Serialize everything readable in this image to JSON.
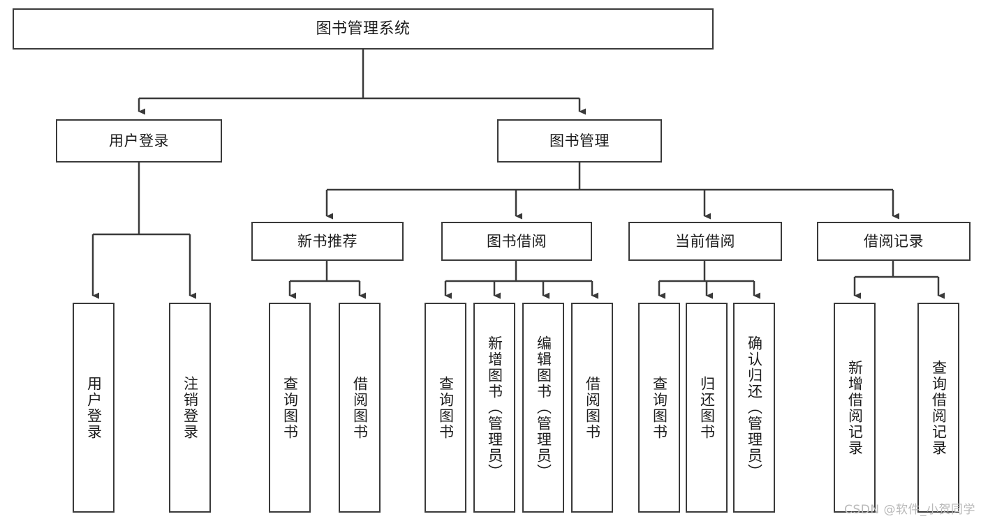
{
  "diagram": {
    "title": "图书管理系统",
    "type": "tree-hierarchy-chart",
    "stroke_color": "#3a3a3a",
    "fill_color": "#ffffff",
    "text_color": "#1c1c1c",
    "levels": [
      {
        "level": 1,
        "nodes": [
          {
            "id": "root",
            "label": "图书管理系统",
            "orientation": "horizontal"
          }
        ]
      },
      {
        "level": 2,
        "nodes": [
          {
            "id": "login",
            "label": "用户登录",
            "orientation": "horizontal",
            "parent": "root"
          },
          {
            "id": "bookmgmt",
            "label": "图书管理",
            "orientation": "horizontal",
            "parent": "root"
          }
        ]
      },
      {
        "level": 3,
        "nodes": [
          {
            "id": "newbook",
            "label": "新书推荐",
            "orientation": "horizontal",
            "parent": "bookmgmt"
          },
          {
            "id": "borrow",
            "label": "图书借阅",
            "orientation": "horizontal",
            "parent": "bookmgmt"
          },
          {
            "id": "current",
            "label": "当前借阅",
            "orientation": "horizontal",
            "parent": "bookmgmt"
          },
          {
            "id": "records",
            "label": "借阅记录",
            "orientation": "horizontal",
            "parent": "bookmgmt"
          }
        ]
      },
      {
        "level": 4,
        "nodes": [
          {
            "id": "leaf-user-login",
            "label": "用户登录",
            "orientation": "vertical",
            "parent": "login"
          },
          {
            "id": "leaf-user-logout",
            "label": "注销登录",
            "orientation": "vertical",
            "parent": "login"
          },
          {
            "id": "leaf-query-book-1",
            "label": "查询图书",
            "orientation": "vertical",
            "parent": "newbook"
          },
          {
            "id": "leaf-borrow-book-1",
            "label": "借阅图书",
            "orientation": "vertical",
            "parent": "newbook"
          },
          {
            "id": "leaf-query-book-2",
            "label": "查询图书",
            "orientation": "vertical",
            "parent": "borrow"
          },
          {
            "id": "leaf-add-book",
            "label": "新增图书（管理员）",
            "orientation": "vertical",
            "parent": "borrow"
          },
          {
            "id": "leaf-edit-book",
            "label": "编辑图书（管理员）",
            "orientation": "vertical",
            "parent": "borrow"
          },
          {
            "id": "leaf-borrow-book-2",
            "label": "借阅图书",
            "orientation": "vertical",
            "parent": "borrow"
          },
          {
            "id": "leaf-query-book-3",
            "label": "查询图书",
            "orientation": "vertical",
            "parent": "current"
          },
          {
            "id": "leaf-return-book",
            "label": "归还图书",
            "orientation": "vertical",
            "parent": "current"
          },
          {
            "id": "leaf-confirm-return",
            "label": "确认归还（管理员）",
            "orientation": "vertical",
            "parent": "current"
          },
          {
            "id": "leaf-add-record",
            "label": "新增借阅记录",
            "orientation": "vertical",
            "parent": "records"
          },
          {
            "id": "leaf-query-record",
            "label": "查询借阅记录",
            "orientation": "vertical",
            "parent": "records"
          }
        ]
      }
    ]
  },
  "watermark": {
    "text": "CSDN @软件_小贺同学"
  }
}
